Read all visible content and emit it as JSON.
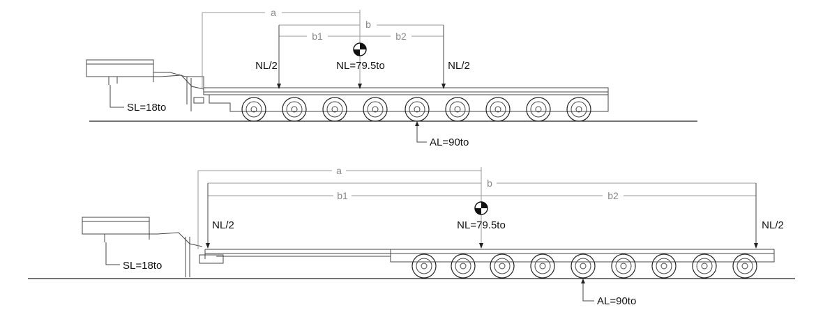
{
  "top": {
    "dim_a": "a",
    "dim_b": "b",
    "dim_b1": "b1",
    "dim_b2": "b2",
    "nl_left": "NL/2",
    "nl_center": "NL=79.5to",
    "nl_right": "NL/2",
    "sl": "SL=18to",
    "al": "AL=90to"
  },
  "bottom": {
    "dim_a": "a",
    "dim_b": "b",
    "dim_b1": "b1",
    "dim_b2": "b2",
    "nl_left": "NL/2",
    "nl_center": "NL=79.5to",
    "nl_right": "NL/2",
    "sl": "SL=18to",
    "al": "AL=90to"
  },
  "icons": [
    "center-of-gravity-icon"
  ]
}
